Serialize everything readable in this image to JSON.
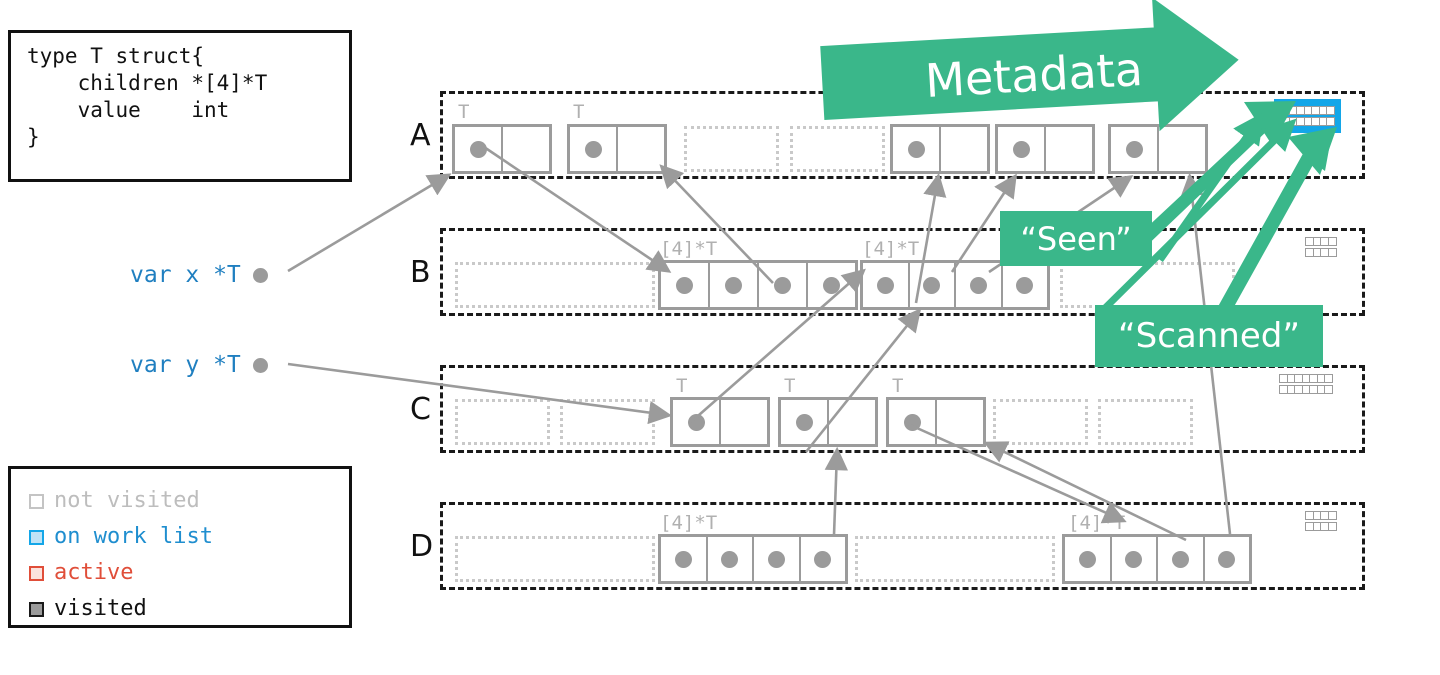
{
  "code_box": {
    "text": "type T struct{\n    children *[4]*T\n    value    int\n}"
  },
  "legend": {
    "items": [
      {
        "label": "not visited",
        "color": "#b4b4b4",
        "fill": "#ffffff"
      },
      {
        "label": "on work list",
        "color": "#13a6e8",
        "fill": "#cfe9f7"
      },
      {
        "label": "active",
        "color": "#e04e39",
        "fill": "#fbe3dd"
      },
      {
        "label": "visited",
        "color": "#1a1a1a",
        "fill": "#9b9b9b"
      }
    ]
  },
  "variables": [
    {
      "name": "var x *T"
    },
    {
      "name": "var y *T"
    }
  ],
  "callouts": {
    "metadata": "Metadata",
    "seen": "“Seen”",
    "scanned": "“Scanned”"
  },
  "rows": [
    {
      "letter": "A",
      "type_label": "T",
      "metadata": {
        "rows": 2,
        "cols": 7,
        "highlight": true
      },
      "slots": [
        {
          "kind": "object",
          "cells": 2,
          "dots": [
            true,
            false
          ],
          "label": "T"
        },
        {
          "kind": "object",
          "cells": 2,
          "dots": [
            true,
            false
          ],
          "label": "T"
        },
        {
          "kind": "free"
        },
        {
          "kind": "free"
        },
        {
          "kind": "object",
          "cells": 2,
          "dots": [
            true,
            false
          ],
          "label": ""
        },
        {
          "kind": "object",
          "cells": 2,
          "dots": [
            true,
            false
          ],
          "label": ""
        },
        {
          "kind": "object",
          "cells": 2,
          "dots": [
            true,
            false
          ],
          "label": ""
        }
      ]
    },
    {
      "letter": "B",
      "type_label": "[4]*T",
      "metadata": {
        "rows": 2,
        "cols": 4,
        "highlight": false
      },
      "slots": [
        {
          "kind": "free-wide"
        },
        {
          "kind": "array",
          "cells": 4,
          "label": "[4]*T"
        },
        {
          "kind": "array",
          "cells": 4,
          "label": "[4]*T"
        },
        {
          "kind": "free"
        }
      ]
    },
    {
      "letter": "C",
      "type_label": "T",
      "metadata": {
        "rows": 2,
        "cols": 7,
        "highlight": false
      },
      "slots": [
        {
          "kind": "free"
        },
        {
          "kind": "free"
        },
        {
          "kind": "object",
          "cells": 2,
          "dots": [
            true,
            false
          ],
          "label": "T"
        },
        {
          "kind": "object",
          "cells": 2,
          "dots": [
            true,
            false
          ],
          "label": "T"
        },
        {
          "kind": "object",
          "cells": 2,
          "dots": [
            true,
            false
          ],
          "label": "T"
        },
        {
          "kind": "free"
        },
        {
          "kind": "free"
        }
      ]
    },
    {
      "letter": "D",
      "type_label": "[4]*T",
      "metadata": {
        "rows": 2,
        "cols": 4,
        "highlight": false
      },
      "slots": [
        {
          "kind": "free-wide"
        },
        {
          "kind": "array",
          "cells": 4,
          "label": "[4]*T"
        },
        {
          "kind": "free-wide"
        },
        {
          "kind": "array",
          "cells": 4,
          "label": "[4]*T"
        }
      ]
    }
  ],
  "colors": {
    "green": "#3ab78a",
    "blue": "#13a6e8",
    "var_blue": "#1f7fc0",
    "gray": "#9b9b9b",
    "light_gray": "#c9c9c9"
  }
}
